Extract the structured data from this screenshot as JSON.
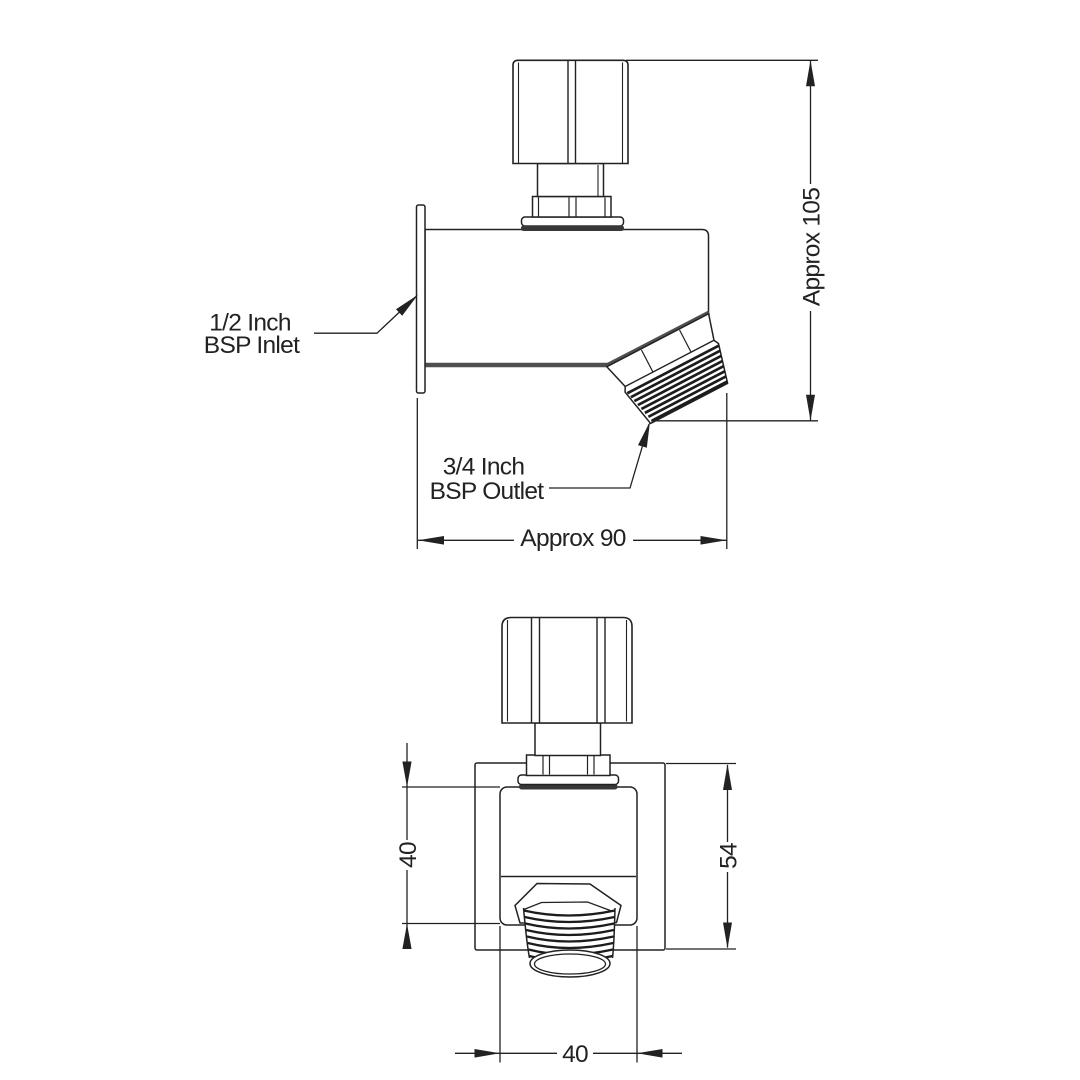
{
  "side_view": {
    "inlet_label": {
      "line1": "1/2 Inch",
      "line2": "BSP Inlet"
    },
    "outlet_label": {
      "line1": "3/4 Inch",
      "line2": "BSP Outlet"
    },
    "dim_height": "Approx 105",
    "dim_depth": "Approx 90"
  },
  "front_view": {
    "dim_body_height": "40",
    "dim_plate_height": "54",
    "dim_body_width": "40"
  },
  "colors": {
    "line": "#222222",
    "thick_edge": "#555555",
    "seal": "#383838"
  }
}
